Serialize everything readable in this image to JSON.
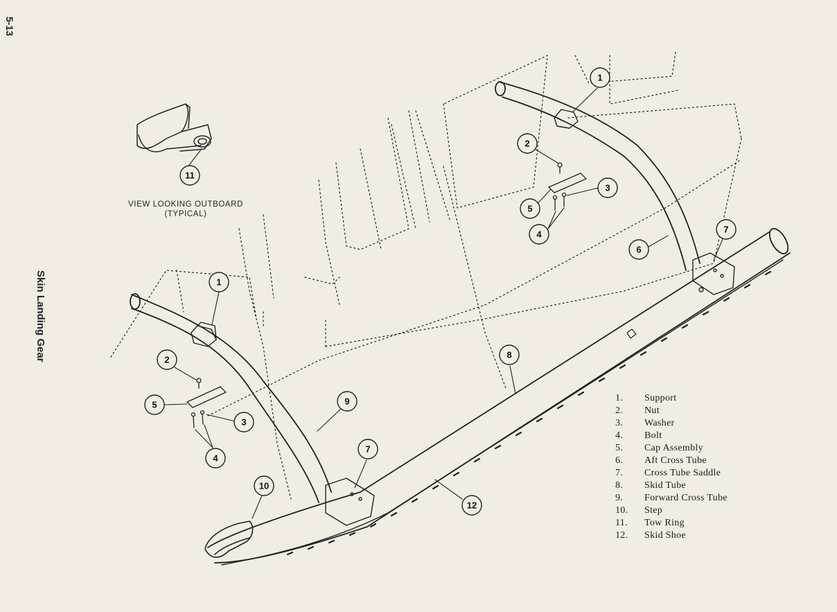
{
  "page_number": "5-13",
  "side_title": "Skin Landing Gear",
  "view_caption": {
    "line1": "VIEW LOOKING OUTBOARD",
    "line2": "(TYPICAL)"
  },
  "callout_numbers": {
    "c1": "1",
    "c2": "2",
    "c3": "3",
    "c4": "4",
    "c5": "5",
    "c6": "6",
    "c7": "7",
    "c8": "8",
    "c9": "9",
    "c10": "10",
    "c11": "11",
    "c12": "12"
  },
  "legend": [
    {
      "num": "1.",
      "label": "Support"
    },
    {
      "num": "2.",
      "label": "Nut"
    },
    {
      "num": "3.",
      "label": "Washer"
    },
    {
      "num": "4.",
      "label": "Bolt"
    },
    {
      "num": "5.",
      "label": "Cap Assembly"
    },
    {
      "num": "6.",
      "label": "Aft Cross Tube"
    },
    {
      "num": "7.",
      "label": "Cross Tube Saddle"
    },
    {
      "num": "8.",
      "label": "Skid Tube"
    },
    {
      "num": "9.",
      "label": "Forward Cross Tube"
    },
    {
      "num": "10.",
      "label": "Step"
    },
    {
      "num": "11.",
      "label": "Tow Ring"
    },
    {
      "num": "12.",
      "label": "Skid Shoe"
    }
  ]
}
